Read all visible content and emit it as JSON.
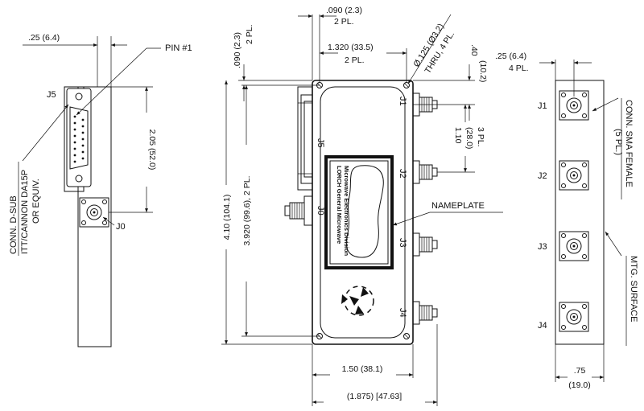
{
  "left_view": {
    "dim_width": ".25 (6.4)",
    "pin_label": "PIN #1",
    "j5_label": "J5",
    "j0_label": "J0",
    "dim_height": "2.05 (52.0)",
    "conn_line1": "CONN. D-SUB",
    "conn_line2": "ITT/CANNON DA15P",
    "conn_line3": "OR EQUIV."
  },
  "center_view": {
    "dim_090_top": ".090 (2.3)",
    "dim_090_top_sub": "2 PL.",
    "dim_090_side": ".090 (2.3)",
    "dim_090_side_sub": "2 PL.",
    "dim_1320": "1.320 (33.5)",
    "dim_1320_sub": "2 PL.",
    "hole_line1": "Ø.125 (Ø3.2)",
    "hole_line2": "THRU, 4 PL.",
    "dim_40": ".40",
    "dim_40_mm": "(10.2)",
    "dim_110": "1.10",
    "dim_110_mm": "(28.0)",
    "dim_110_sub": "3 PL.",
    "dim_410": "4.10 (104.1)",
    "dim_3920": "3.920 (99.6), 2 PL.",
    "dim_150": "1.50 (38.1)",
    "dim_1875": "(1.875) [47.63]",
    "nameplate_label": "NAMEPLATE",
    "nameplate_line1": "LORCH General Microwave",
    "nameplate_line2": "Microwave Electronics Division",
    "j5_label": "J5",
    "j0_label": "J0",
    "j1_label": "J1",
    "j2_label": "J2",
    "j3_label": "J3",
    "j4_label": "J4"
  },
  "right_view": {
    "dim_25": ".25 (6.4)",
    "dim_25_sub": "4 PL.",
    "j1_label": "J1",
    "j2_label": "J2",
    "j3_label": "J3",
    "j4_label": "J4",
    "conn_line1": "CONN. SMA FEMALE",
    "conn_line2": "(5 PL.)",
    "mtg_label": "MTG. SURFACE",
    "dim_75": ".75",
    "dim_75_mm": "(19.0)"
  }
}
